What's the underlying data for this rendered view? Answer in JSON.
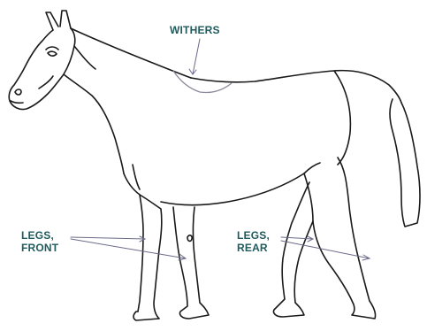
{
  "labels": {
    "withers": "WITHERS",
    "legs_front": [
      "LEGS,",
      "FRONT"
    ],
    "legs_rear": [
      "LEGS,",
      "REAR"
    ]
  },
  "colors": {
    "label_text": "#1f5a5d",
    "outline": "#1a1a1a",
    "leader": "#6b6b8a",
    "withers_region": "#8a8a9a"
  }
}
